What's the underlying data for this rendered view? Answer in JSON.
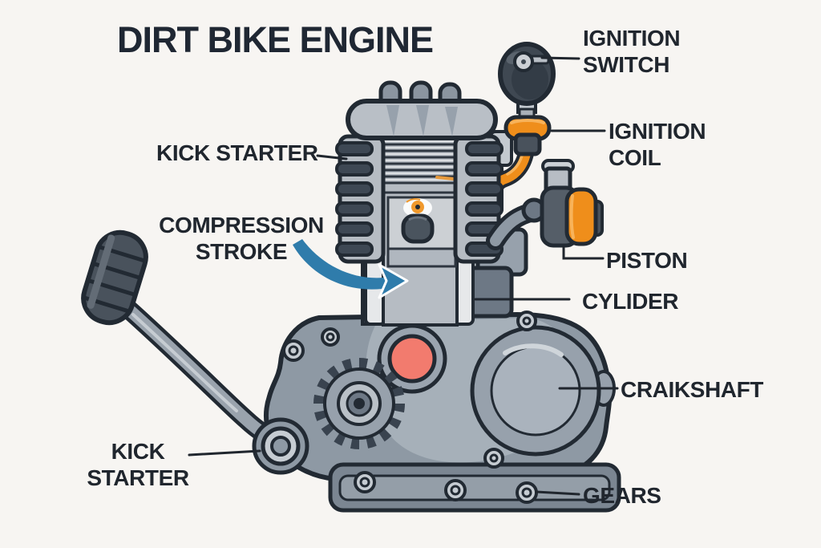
{
  "title": "DIRT BIKE ENGINE",
  "labels": {
    "ignition_switch": {
      "line1": "IGNITION",
      "line2": "SWITCH"
    },
    "ignition_coil": {
      "line1": "IGNITION",
      "line2": "COIL"
    },
    "kick_starter_top": {
      "line1": "KICK STARTER"
    },
    "compression_stroke": {
      "line1": "COMPRESSION",
      "line2": "STROKE"
    },
    "piston": {
      "line1": "PISTON"
    },
    "cylinder": {
      "line1": "CYLIDER"
    },
    "crankshaft": {
      "line1": "CRAIKSHAFT"
    },
    "kick_starter_bottom": {
      "line1": "KICK",
      "line2": "STARTER"
    },
    "gears": {
      "line1": "GEARS"
    }
  },
  "colors": {
    "background": "#f7f5f2",
    "label_text": "#20262e",
    "outline": "#222a33",
    "engine_gray_light": "#c6ccd2",
    "engine_gray_mid": "#97a1ac",
    "engine_gray_dark": "#6d7885",
    "fin_dark": "#3e4854",
    "accent_orange": "#ef8e1b",
    "crank_pin_red": "#f27b6e",
    "arrow_blue": "#2f7cab",
    "spark_orange": "#f0992c"
  }
}
